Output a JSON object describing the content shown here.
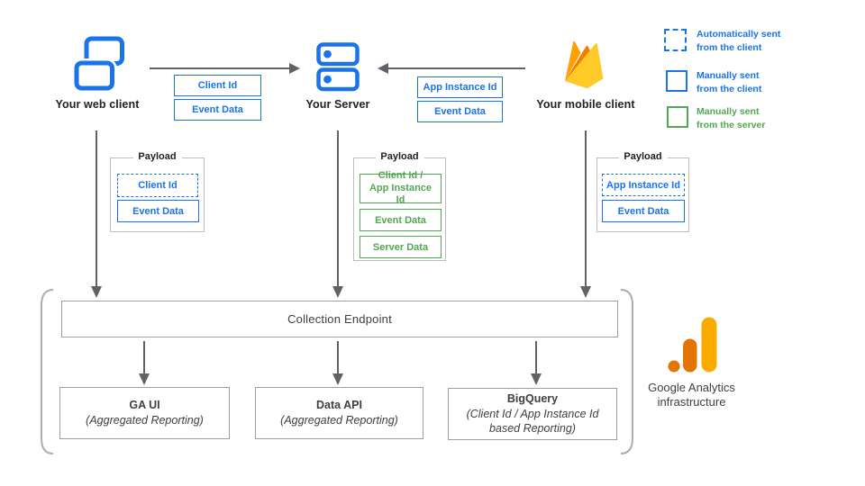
{
  "clients": {
    "web": {
      "label": "Your web client",
      "icon": "overlapping-browser-windows"
    },
    "server": {
      "label": "Your Server",
      "icon": "server-stack"
    },
    "mobile": {
      "label": "Your mobile client",
      "icon": "firebase-flame"
    }
  },
  "request_params": {
    "web_to_server": [
      {
        "label": "Client Id"
      },
      {
        "label": "Event Data"
      }
    ],
    "mobile_to_server": [
      {
        "label": "App Instance Id"
      },
      {
        "label": "Event Data"
      }
    ]
  },
  "payloads": {
    "title": "Payload",
    "web": [
      {
        "label": "Client Id",
        "sent": "automatically-from-client"
      },
      {
        "label": "Event Data",
        "sent": "manually-from-client"
      }
    ],
    "server": [
      {
        "label": "Client Id / App Instance Id",
        "sent": "manually-from-server"
      },
      {
        "label": "Event Data",
        "sent": "manually-from-server"
      },
      {
        "label": "Server Data",
        "sent": "manually-from-server"
      }
    ],
    "mobile": [
      {
        "label": "App Instance Id",
        "sent": "automatically-from-client"
      },
      {
        "label": "Event Data",
        "sent": "manually-from-client"
      }
    ]
  },
  "legend": [
    {
      "line1": "Automatically sent",
      "line2": "from the client",
      "swatch": "dashed-blue"
    },
    {
      "line1": "Manually sent",
      "line2": "from the client",
      "swatch": "solid-blue"
    },
    {
      "line1": "Manually sent",
      "line2": "from the server",
      "swatch": "solid-green"
    }
  ],
  "infrastructure": {
    "collection_endpoint_label": "Collection Endpoint",
    "outputs": [
      {
        "title": "GA UI",
        "subtitle": "(Aggregated Reporting)"
      },
      {
        "title": "Data API",
        "subtitle": "(Aggregated Reporting)"
      },
      {
        "title": "BigQuery",
        "subtitle": "(Client Id / App Instance Id based Reporting)"
      }
    ],
    "brand": {
      "line1": "Google Analytics",
      "line2": "infrastructure"
    }
  },
  "colors": {
    "blue": "#1A73E8",
    "green": "#53A653",
    "arrow_gray": "#5F6368",
    "box_gray": "#9E9E9E",
    "firebase_amber": "#FFCA28",
    "firebase_orange": "#FFA000",
    "firebase_dark_orange": "#F57C00",
    "ga_orange": "#E37400",
    "ga_amber": "#F9AB00"
  }
}
